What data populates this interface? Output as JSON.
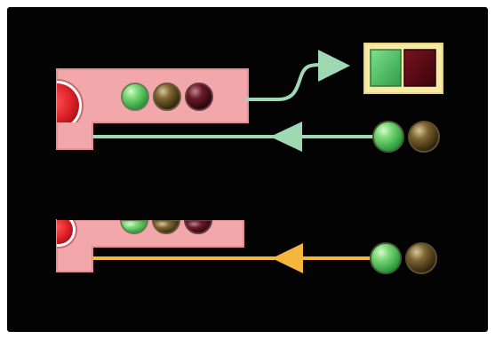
{
  "diagram": {
    "colors": {
      "background": "#030303",
      "page": "#ffffff",
      "block_fill": "#f2a7ab",
      "block_stroke": "#e58f95",
      "track_green": "#9fd9b3",
      "track_amber": "#f4b63c",
      "lamp_green": "#49c154",
      "lamp_amber_dim": "#6b5423",
      "lamp_red_dim": "#5a1320",
      "signal_box_fill": "#f7eaa6",
      "signal_box_green": "#3fbb55",
      "signal_box_red": "#550710",
      "red_dome": "#e0242c"
    },
    "units": [
      {
        "id": "upper-unit",
        "indicator_lamps": [
          "green-lit",
          "amber-dim",
          "red-dim"
        ],
        "outgoing_track": {
          "color": "track_green",
          "direction": "out",
          "target": "signal-box"
        },
        "signal_box": {
          "lamps": [
            "green-lit",
            "red-dim"
          ]
        },
        "incoming_track": {
          "color": "track_green",
          "direction": "in",
          "source_lamps": [
            "green-lit",
            "amber-dim"
          ]
        }
      },
      {
        "id": "lower-unit",
        "indicator_lamps": [
          "green-partial",
          "amber-partial",
          "red-partial"
        ],
        "incoming_track": {
          "color": "track_amber",
          "direction": "in",
          "source_lamps": [
            "green-lit",
            "amber-dim"
          ]
        }
      }
    ]
  }
}
